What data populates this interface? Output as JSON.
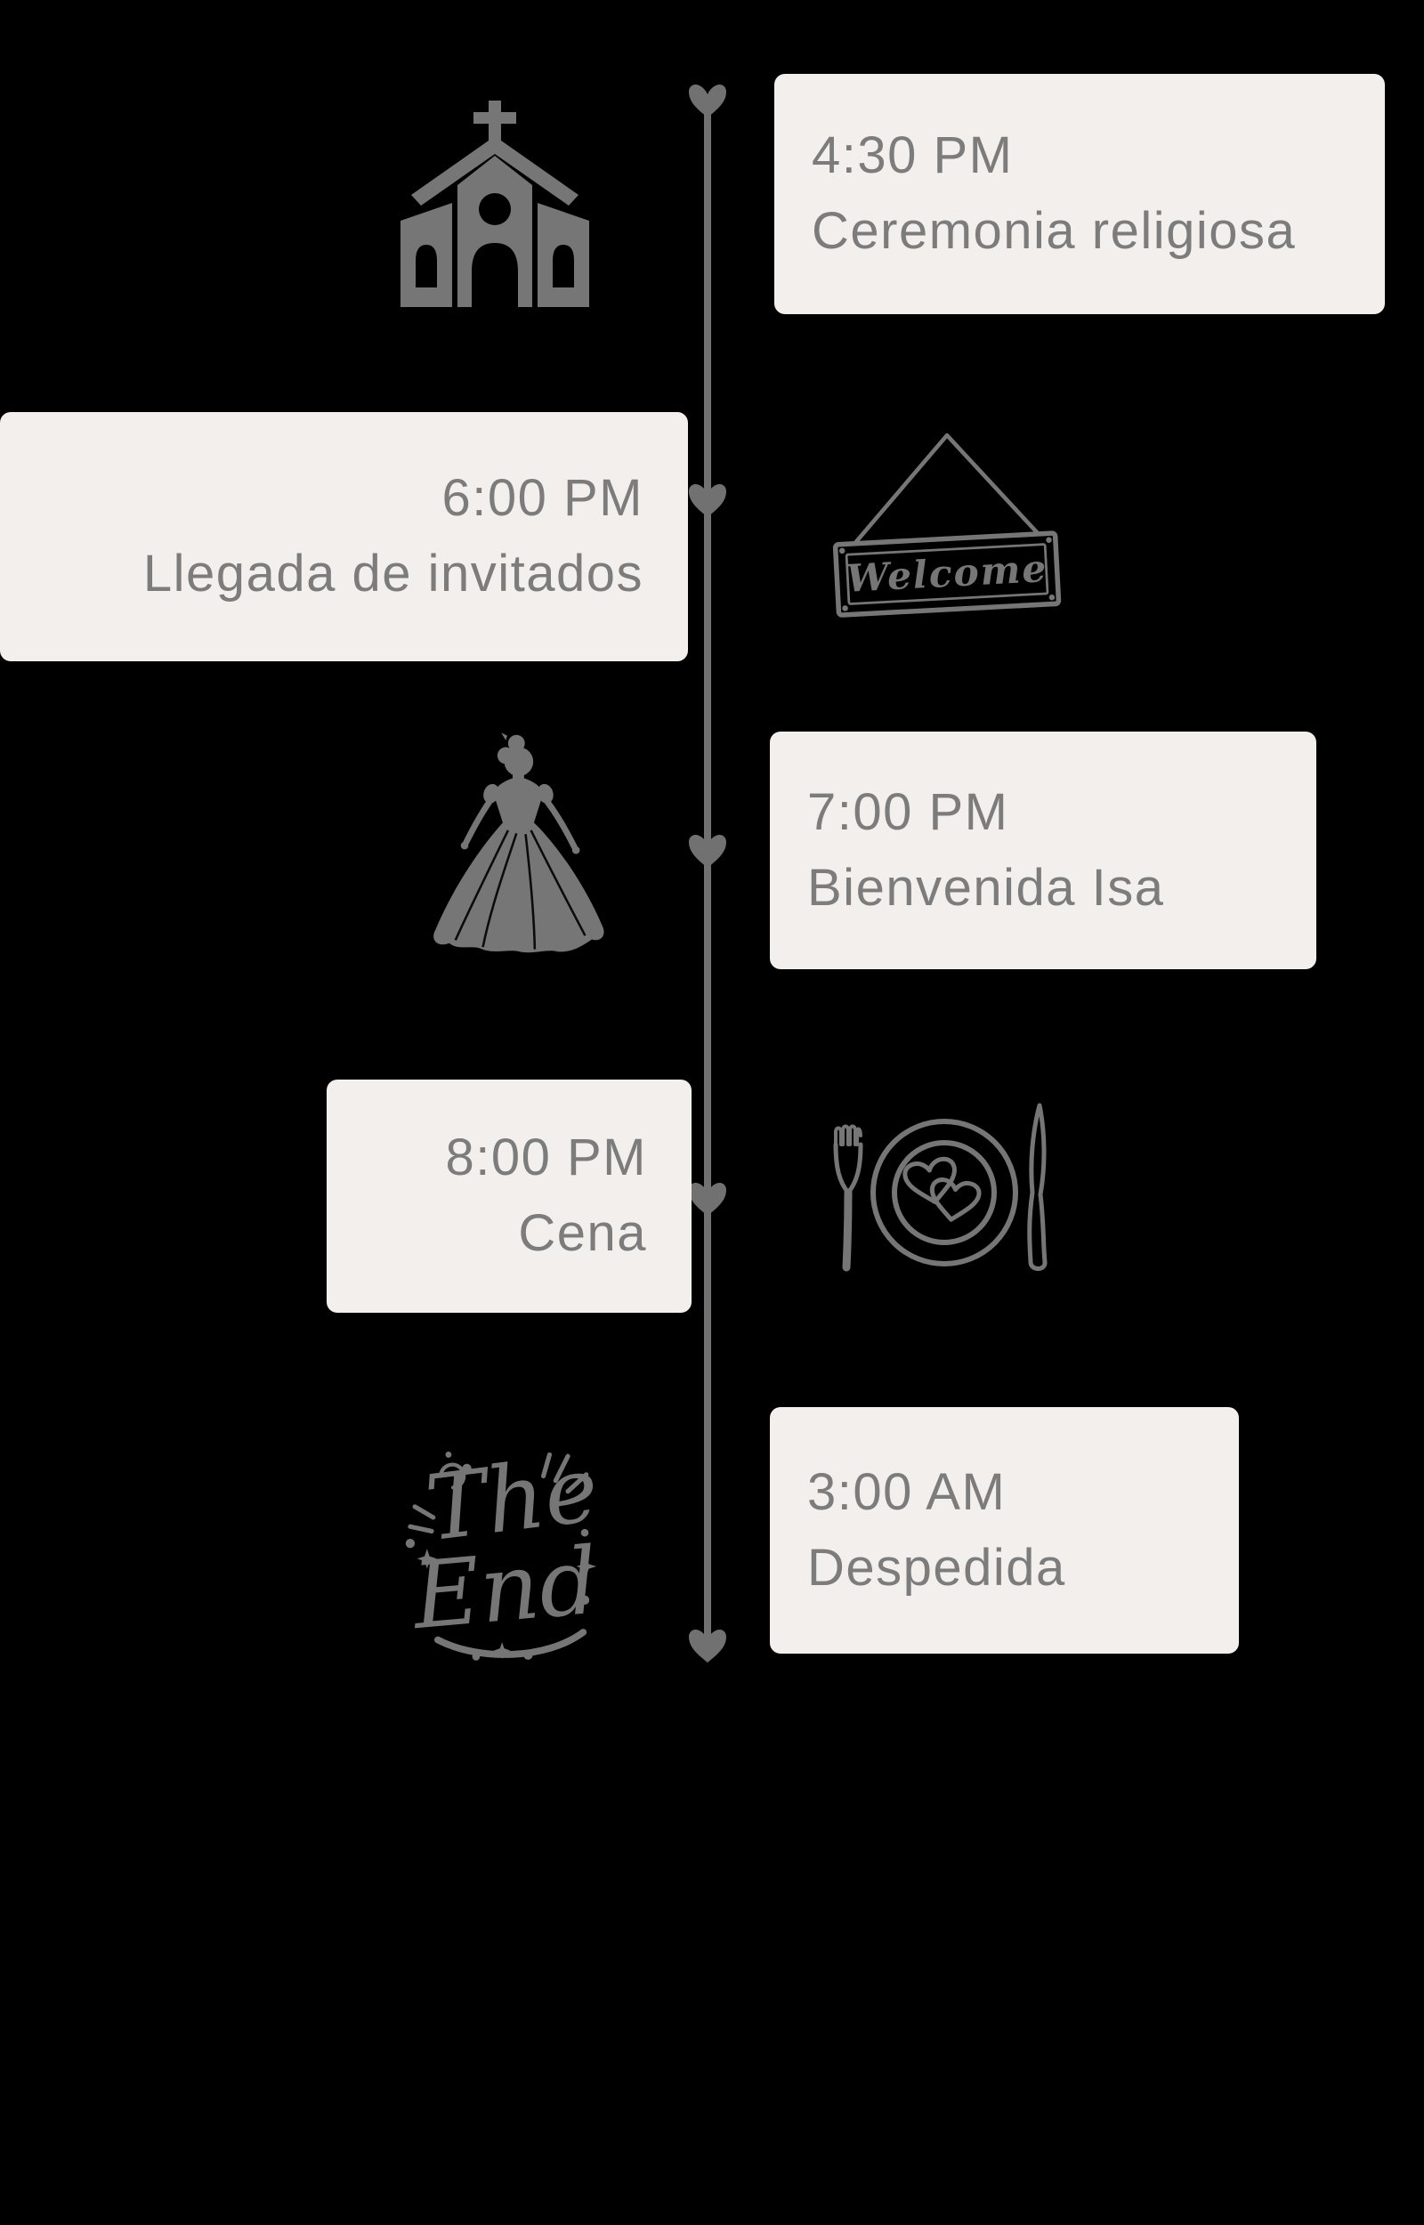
{
  "colors": {
    "background": "#000000",
    "card_bg": "#F2EFEC",
    "text_gray": "#7C7C7C",
    "line_gray": "#717171",
    "icon_gray": "#767676"
  },
  "timeline": {
    "orientation": "vertical",
    "node_marker": "heart",
    "events": [
      {
        "time": "4:30 PM",
        "title": "Ceremonia religiosa",
        "side": "right",
        "icon": "church-icon"
      },
      {
        "time": "6:00 PM",
        "title": "Llegada de invitados",
        "side": "left",
        "icon": "welcome-sign-icon"
      },
      {
        "time": "7:00 PM",
        "title": "Bienvenida Isa",
        "side": "right",
        "icon": "princess-icon"
      },
      {
        "time": "8:00 PM",
        "title": "Cena",
        "side": "left",
        "icon": "dinner-setting-icon"
      },
      {
        "time": "3:00 AM",
        "title": "Despedida",
        "side": "right",
        "icon": "the-end-icon"
      }
    ],
    "welcome_sign": {
      "text": "Welcome"
    },
    "the_end": {
      "line1": "The",
      "line2": "End"
    }
  }
}
